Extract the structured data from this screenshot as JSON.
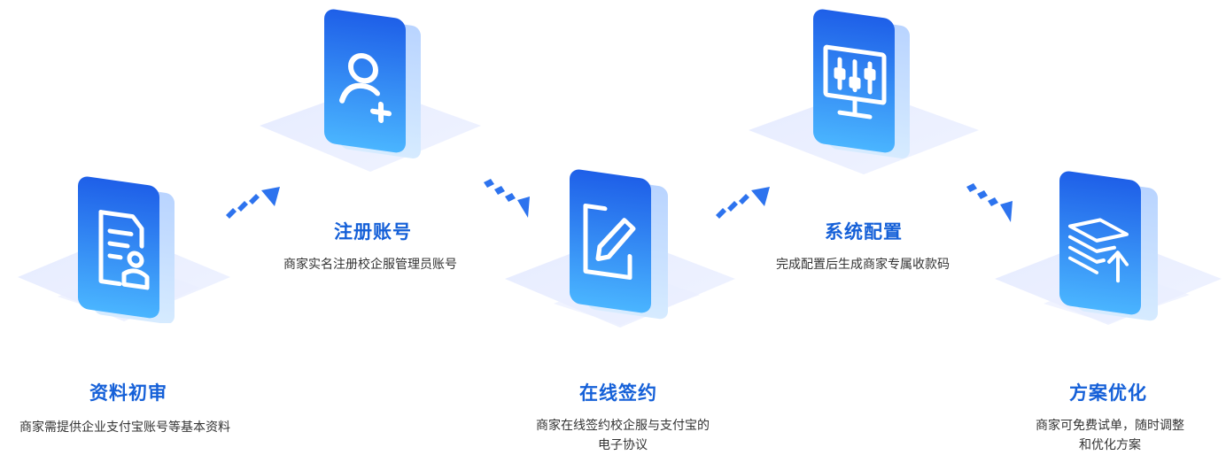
{
  "steps": [
    {
      "title": "资料初审",
      "desc": "商家需提供企业支付宝账号等基本资料",
      "icon": "document-user-icon"
    },
    {
      "title": "注册账号",
      "desc": "商家实名注册校企服管理员账号",
      "icon": "user-add-icon"
    },
    {
      "title": "在线签约",
      "desc_line1": "商家在线签约校企服与支付宝的",
      "desc_line2": "电子协议",
      "icon": "edit-sign-icon"
    },
    {
      "title": "系统配置",
      "desc": "完成配置后生成商家专属收款码",
      "icon": "monitor-settings-icon"
    },
    {
      "title": "方案优化",
      "desc_line1": "商家可免费试单，随时调整",
      "desc_line2": "和优化方案",
      "icon": "layers-upgrade-icon"
    }
  ],
  "colors": {
    "accent": "#1560d8",
    "tile_top": "#1f6ff0",
    "tile_bottom": "#4fb3ff",
    "platform": "#e6ecff"
  }
}
